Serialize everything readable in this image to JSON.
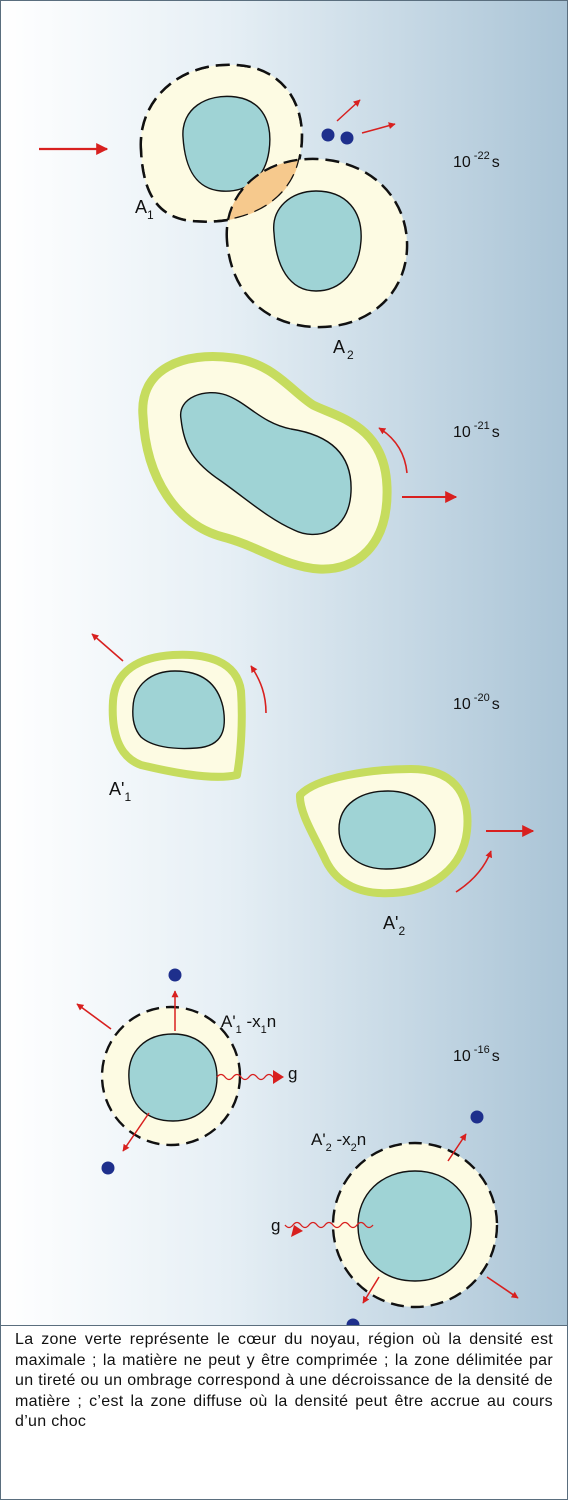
{
  "stages": [
    {
      "time": {
        "base": "10",
        "exp": "-22",
        "unit": "s"
      },
      "labels": {
        "a1": {
          "text": "A",
          "sub": "1"
        },
        "a2": {
          "text": "A",
          "sub": "2"
        }
      }
    },
    {
      "time": {
        "base": "10",
        "exp": "-21",
        "unit": "s"
      }
    },
    {
      "time": {
        "base": "10",
        "exp": "-20",
        "unit": "s"
      },
      "labels": {
        "a1p": {
          "text": "A'",
          "sub": "1"
        },
        "a2p": {
          "text": "A'",
          "sub": "2"
        }
      }
    },
    {
      "time": {
        "base": "10",
        "exp": "-16",
        "unit": "s"
      },
      "labels": {
        "a1x": {
          "text": "A'",
          "sub": "1",
          "mid": " -x",
          "sub2": "1",
          "tail": "n"
        },
        "a2x": {
          "text": "A'",
          "sub": "2",
          "mid": " -x",
          "sub2": "2",
          "tail": "n"
        },
        "g": "g"
      }
    }
  ],
  "caption": "La zone verte représente le cœur du noyau, région où la densité est maximale ; la matière ne peut y être comprimée ; la zone délimitée par un tireté ou un ombrage correspond à une décroissance de la densité de matière ; c’est la zone diffuse où la densité peut être accrue au cours d’un choc",
  "colors": {
    "core": "#9fd3d5",
    "halo": "#fdfbe3",
    "overlap": "#f6c98d",
    "rim": "#c6dc5e",
    "arrow": "#d8201f",
    "neutron": "#1e2f8c",
    "background": "#dce8f0"
  }
}
